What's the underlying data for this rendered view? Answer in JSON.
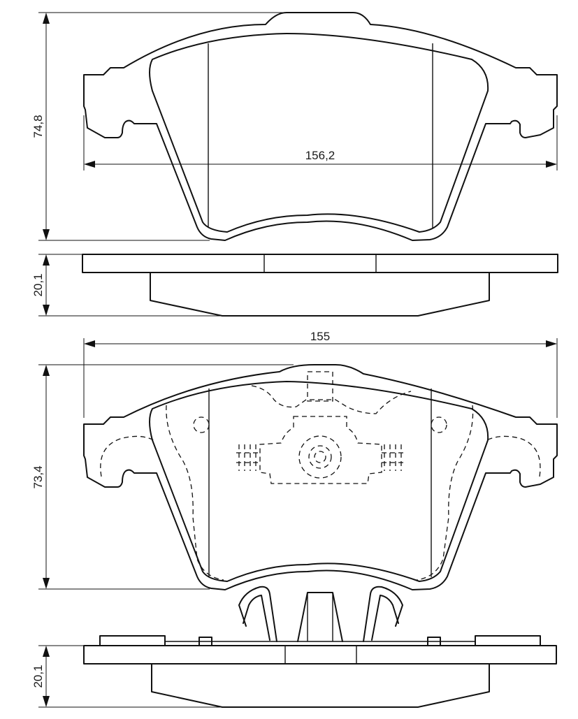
{
  "dimensions": {
    "top_pad_height": "74,8",
    "top_pad_width": "156,2",
    "top_pad_thickness": "20,1",
    "bottom_pad_width": "155",
    "bottom_pad_height": "73,4",
    "bottom_pad_thickness": "20,1"
  },
  "colors": {
    "line": "#111111",
    "background": "#ffffff"
  }
}
